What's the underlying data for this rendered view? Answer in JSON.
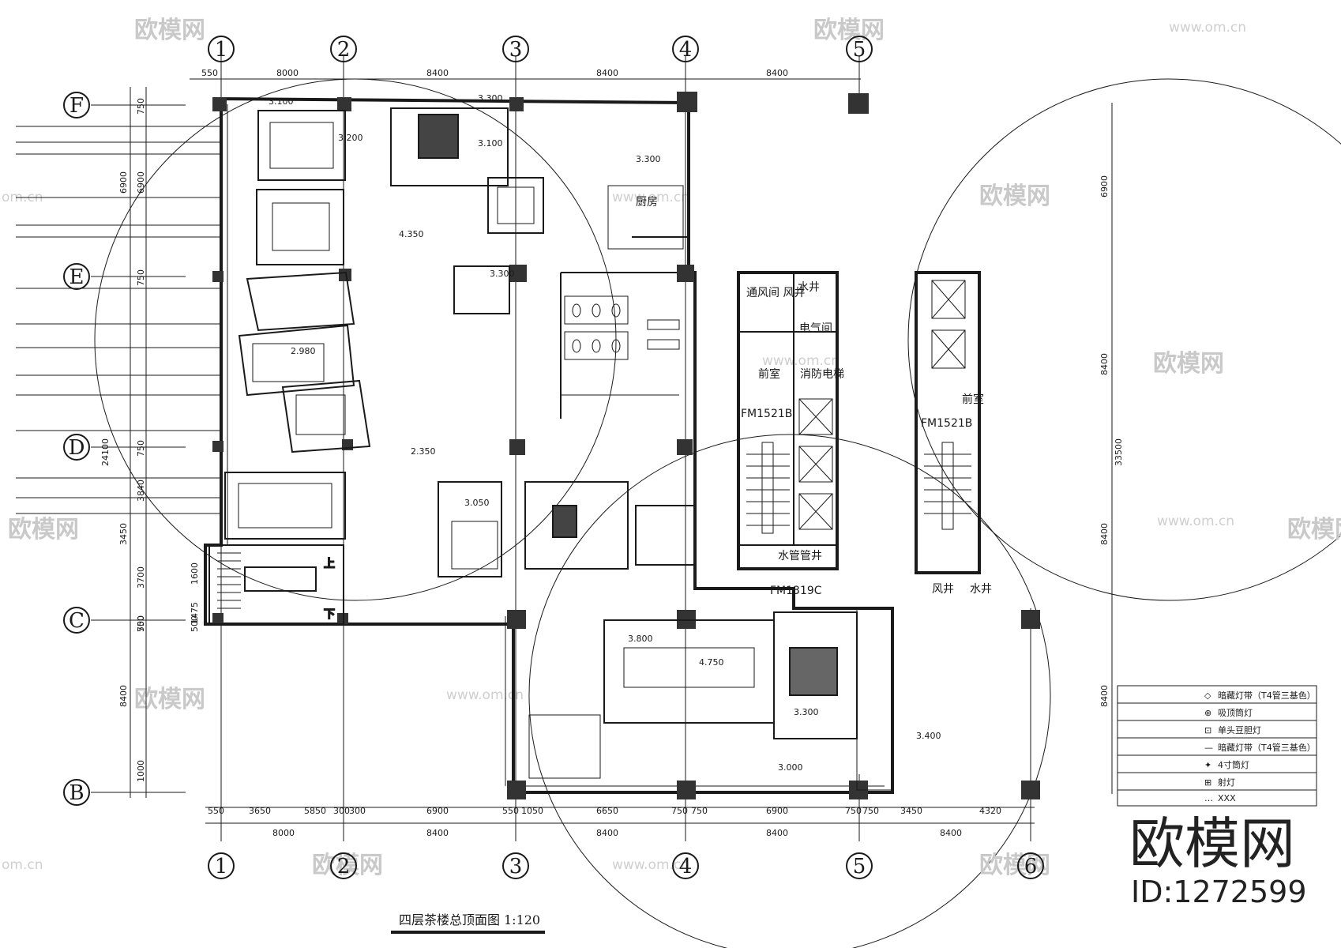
{
  "drawing": {
    "title": "四层茶楼总顶面图",
    "scale": "1:120"
  },
  "axes": {
    "columns": [
      "1",
      "2",
      "3",
      "4",
      "5",
      "6"
    ],
    "rows": [
      "F",
      "E",
      "D",
      "C",
      "B"
    ]
  },
  "dimensions": {
    "top": [
      "550",
      "8000",
      "8400",
      "8400",
      "8400"
    ],
    "bottom_row1": [
      "550",
      "3650",
      "5850",
      "300",
      "300",
      "6900",
      "550",
      "1050",
      "6650",
      "750",
      "750",
      "6900",
      "750",
      "750",
      "3450",
      "4320"
    ],
    "bottom_row2": [
      "8000",
      "8400",
      "8400",
      "8400",
      "8400"
    ],
    "left_outer": [
      "6900",
      "6900",
      "24100",
      "3450",
      "3700",
      "500",
      "8400",
      "1000"
    ],
    "left_inner": [
      "750",
      "750",
      "3840",
      "750",
      "750",
      "1600",
      "1475",
      "500"
    ],
    "right": [
      "6900",
      "8400",
      "33500",
      "8400",
      "8400"
    ]
  },
  "ceiling_heights": [
    "3.100",
    "3.200",
    "3.300",
    "4.350",
    "3.050",
    "3.300",
    "3.100",
    "3.800",
    "4.750",
    "3.300",
    "3.400",
    "3.000",
    "2.980",
    "2.350",
    "3.300"
  ],
  "rooms": {
    "kitchen": "厨房",
    "front_room": "前室",
    "fire_elevator": "消防电梯",
    "ventilation_shaft": "通风间 风井",
    "water_shaft": "水井",
    "electrical_room": "电气间",
    "water_pipe_shaft": "水管管井",
    "wind_shaft": "风井",
    "stair_up": "上",
    "stair_down": "下"
  },
  "doors": {
    "fm1": "FM1521B",
    "fm2": "FM1521B",
    "fm3": "FM1319C"
  },
  "legend": {
    "items": [
      {
        "icon": "◇",
        "label": "暗藏灯带（T4管三基色）"
      },
      {
        "icon": "⊕",
        "label": "吸顶筒灯"
      },
      {
        "icon": "⊡",
        "label": "单头豆胆灯"
      },
      {
        "icon": "—",
        "label": "暗藏灯带（T4管三基色）"
      },
      {
        "icon": "✦",
        "label": "4寸筒灯"
      },
      {
        "icon": "⊞",
        "label": "射灯"
      },
      {
        "icon": "…",
        "label": "XXX"
      }
    ]
  },
  "watermark": {
    "brand": "欧模网",
    "url": "www.om.cn",
    "short_url": "om.cn",
    "id": "ID:1272599"
  }
}
